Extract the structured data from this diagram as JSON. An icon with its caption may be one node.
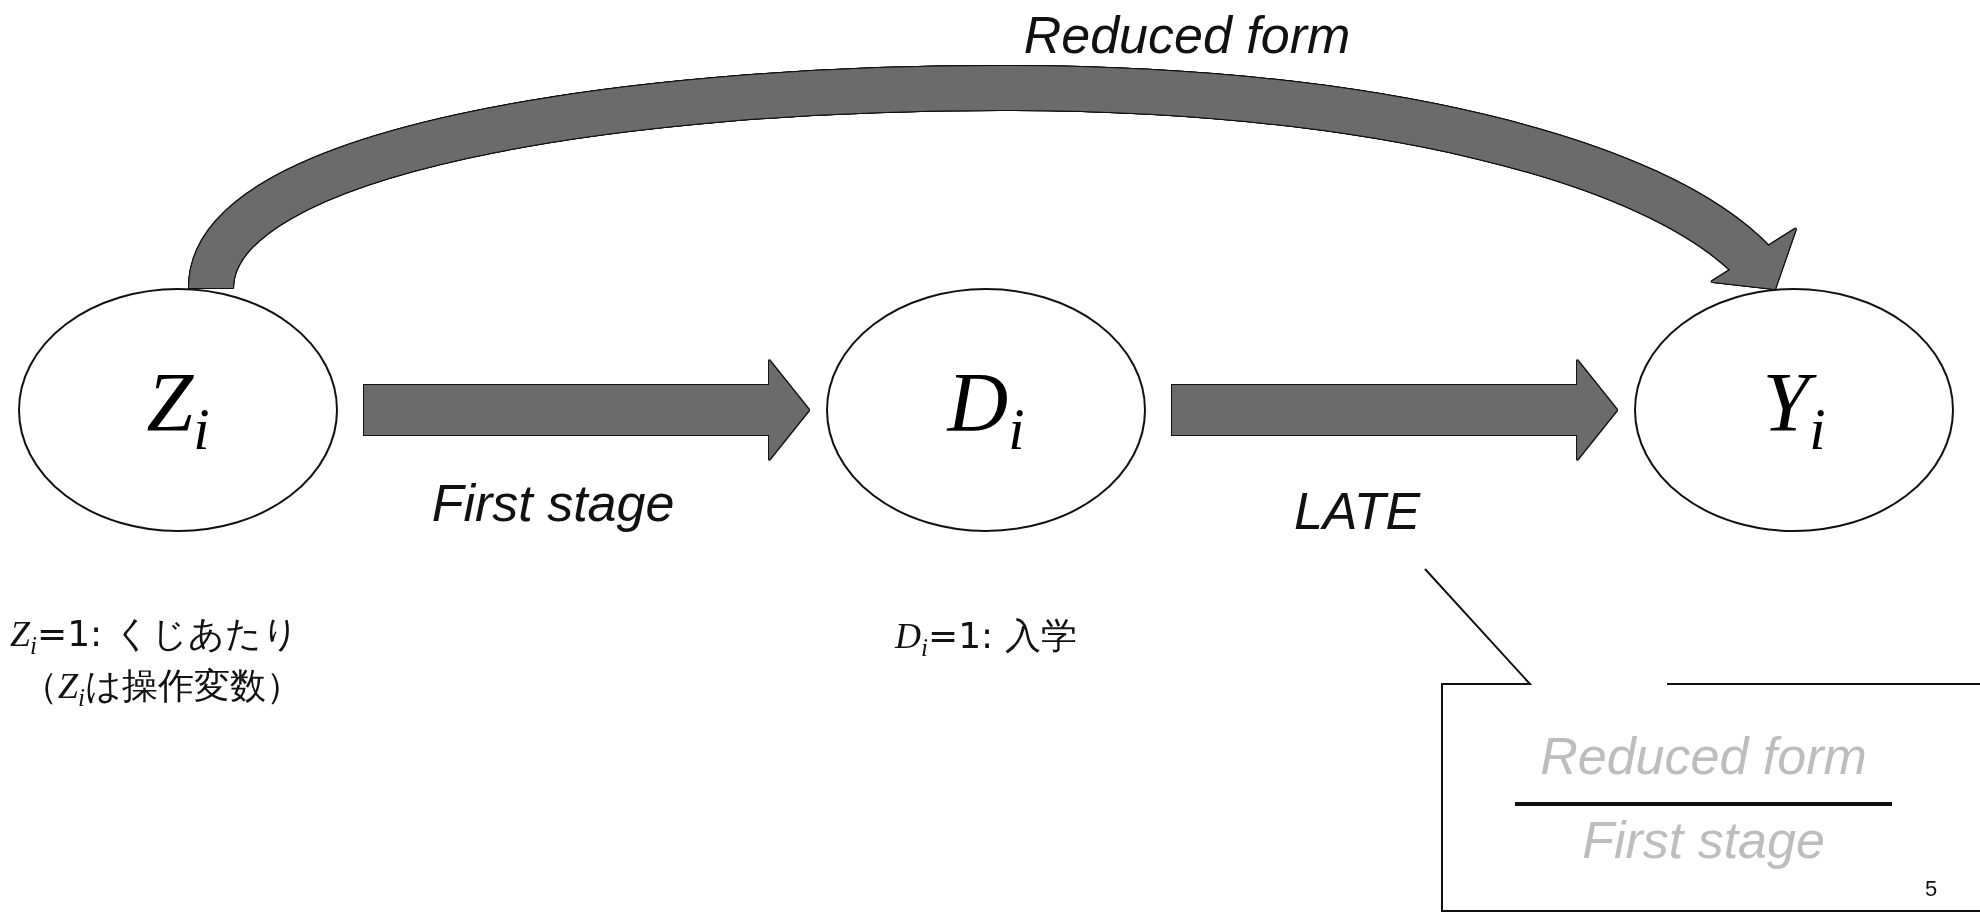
{
  "diagram": {
    "nodes": [
      {
        "text": [
          "Z$_{i}$"
        ],
        "beside": [
          "*Z*$_{i}$=1: くじあたり",
          "（*Z*$_{i}$は操作変数）"
        ]
      },
      {
        "text": [
          "D$_{i}$"
        ],
        "beside": [
          "*D*$_{i}$=1: 入学"
        ]
      },
      {
        "text": [
          "Y$_{i}$"
        ]
      },
      {
        "text": [
          "Reduced form",
          "First stage"
        ]
      }
    ],
    "edges": [
      {
        "from": 0,
        "to": 1,
        "arrow": "to",
        "label": "First stage"
      },
      {
        "from": 1,
        "to": 2,
        "arrow": "to",
        "label": "LATE"
      },
      {
        "from": 0,
        "to": 2,
        "arrow": "to",
        "label": "Reduced form"
      }
    ],
    "labels": [
      "5"
    ]
  }
}
